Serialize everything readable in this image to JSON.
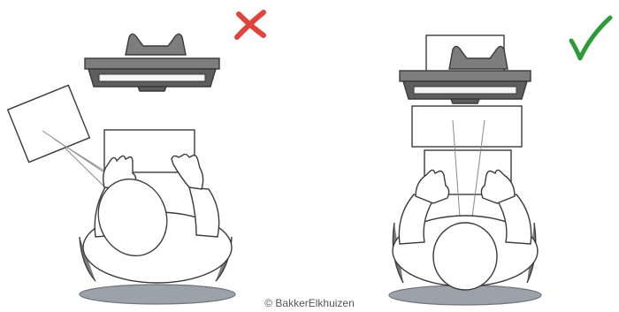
{
  "credit": "© BakkerElkhuizen",
  "colors": {
    "wrong": "#e0443c",
    "right": "#2f9a3a",
    "stroke": "#3a3a3a",
    "monitor": "#7d7d7d",
    "monitor_dark": "#5e5e5e",
    "skin": "#ffffff",
    "shadow": "#9ca2aa"
  },
  "panels": [
    {
      "verdict": "wrong",
      "icon": "cross-icon"
    },
    {
      "verdict": "right",
      "icon": "check-icon"
    }
  ]
}
